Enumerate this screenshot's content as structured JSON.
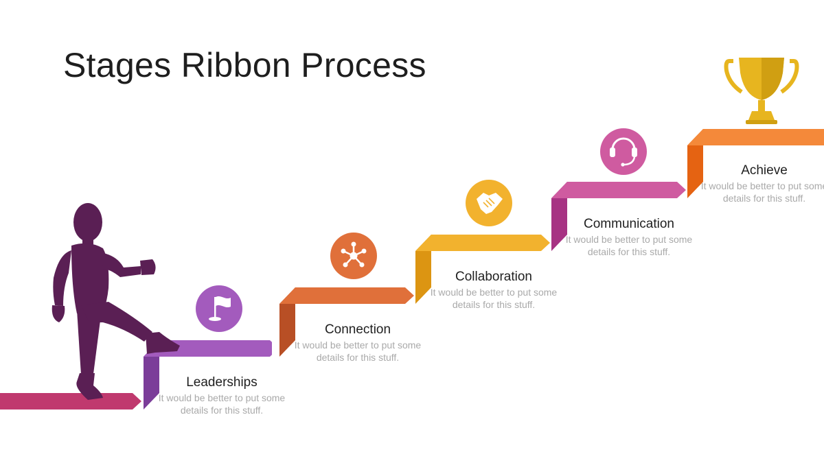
{
  "title": "Stages Ribbon Process",
  "colors": {
    "ribbon_start": "#c0396e",
    "leaderships": "#a35bbd",
    "connection": "#e0703a",
    "collaboration": "#f2b22e",
    "communication": "#cf5ba0",
    "achieve": "#f4893a",
    "person": "#5a1f54",
    "trophy": "#e7b51f"
  },
  "stages": [
    {
      "name": "Leaderships",
      "desc": "It would be better to put some details for this stuff.",
      "icon": "flag-icon"
    },
    {
      "name": "Connection",
      "desc": "It would be better to put some details for this stuff.",
      "icon": "network-icon"
    },
    {
      "name": "Collaboration",
      "desc": "It would be better to put some details for this stuff.",
      "icon": "handshake-icon"
    },
    {
      "name": "Communication",
      "desc": "It would be better to put some details for this stuff.",
      "icon": "headset-icon"
    },
    {
      "name": "Achieve",
      "desc": "It would be better to put some details for this stuff.",
      "icon": "trophy-icon"
    }
  ]
}
